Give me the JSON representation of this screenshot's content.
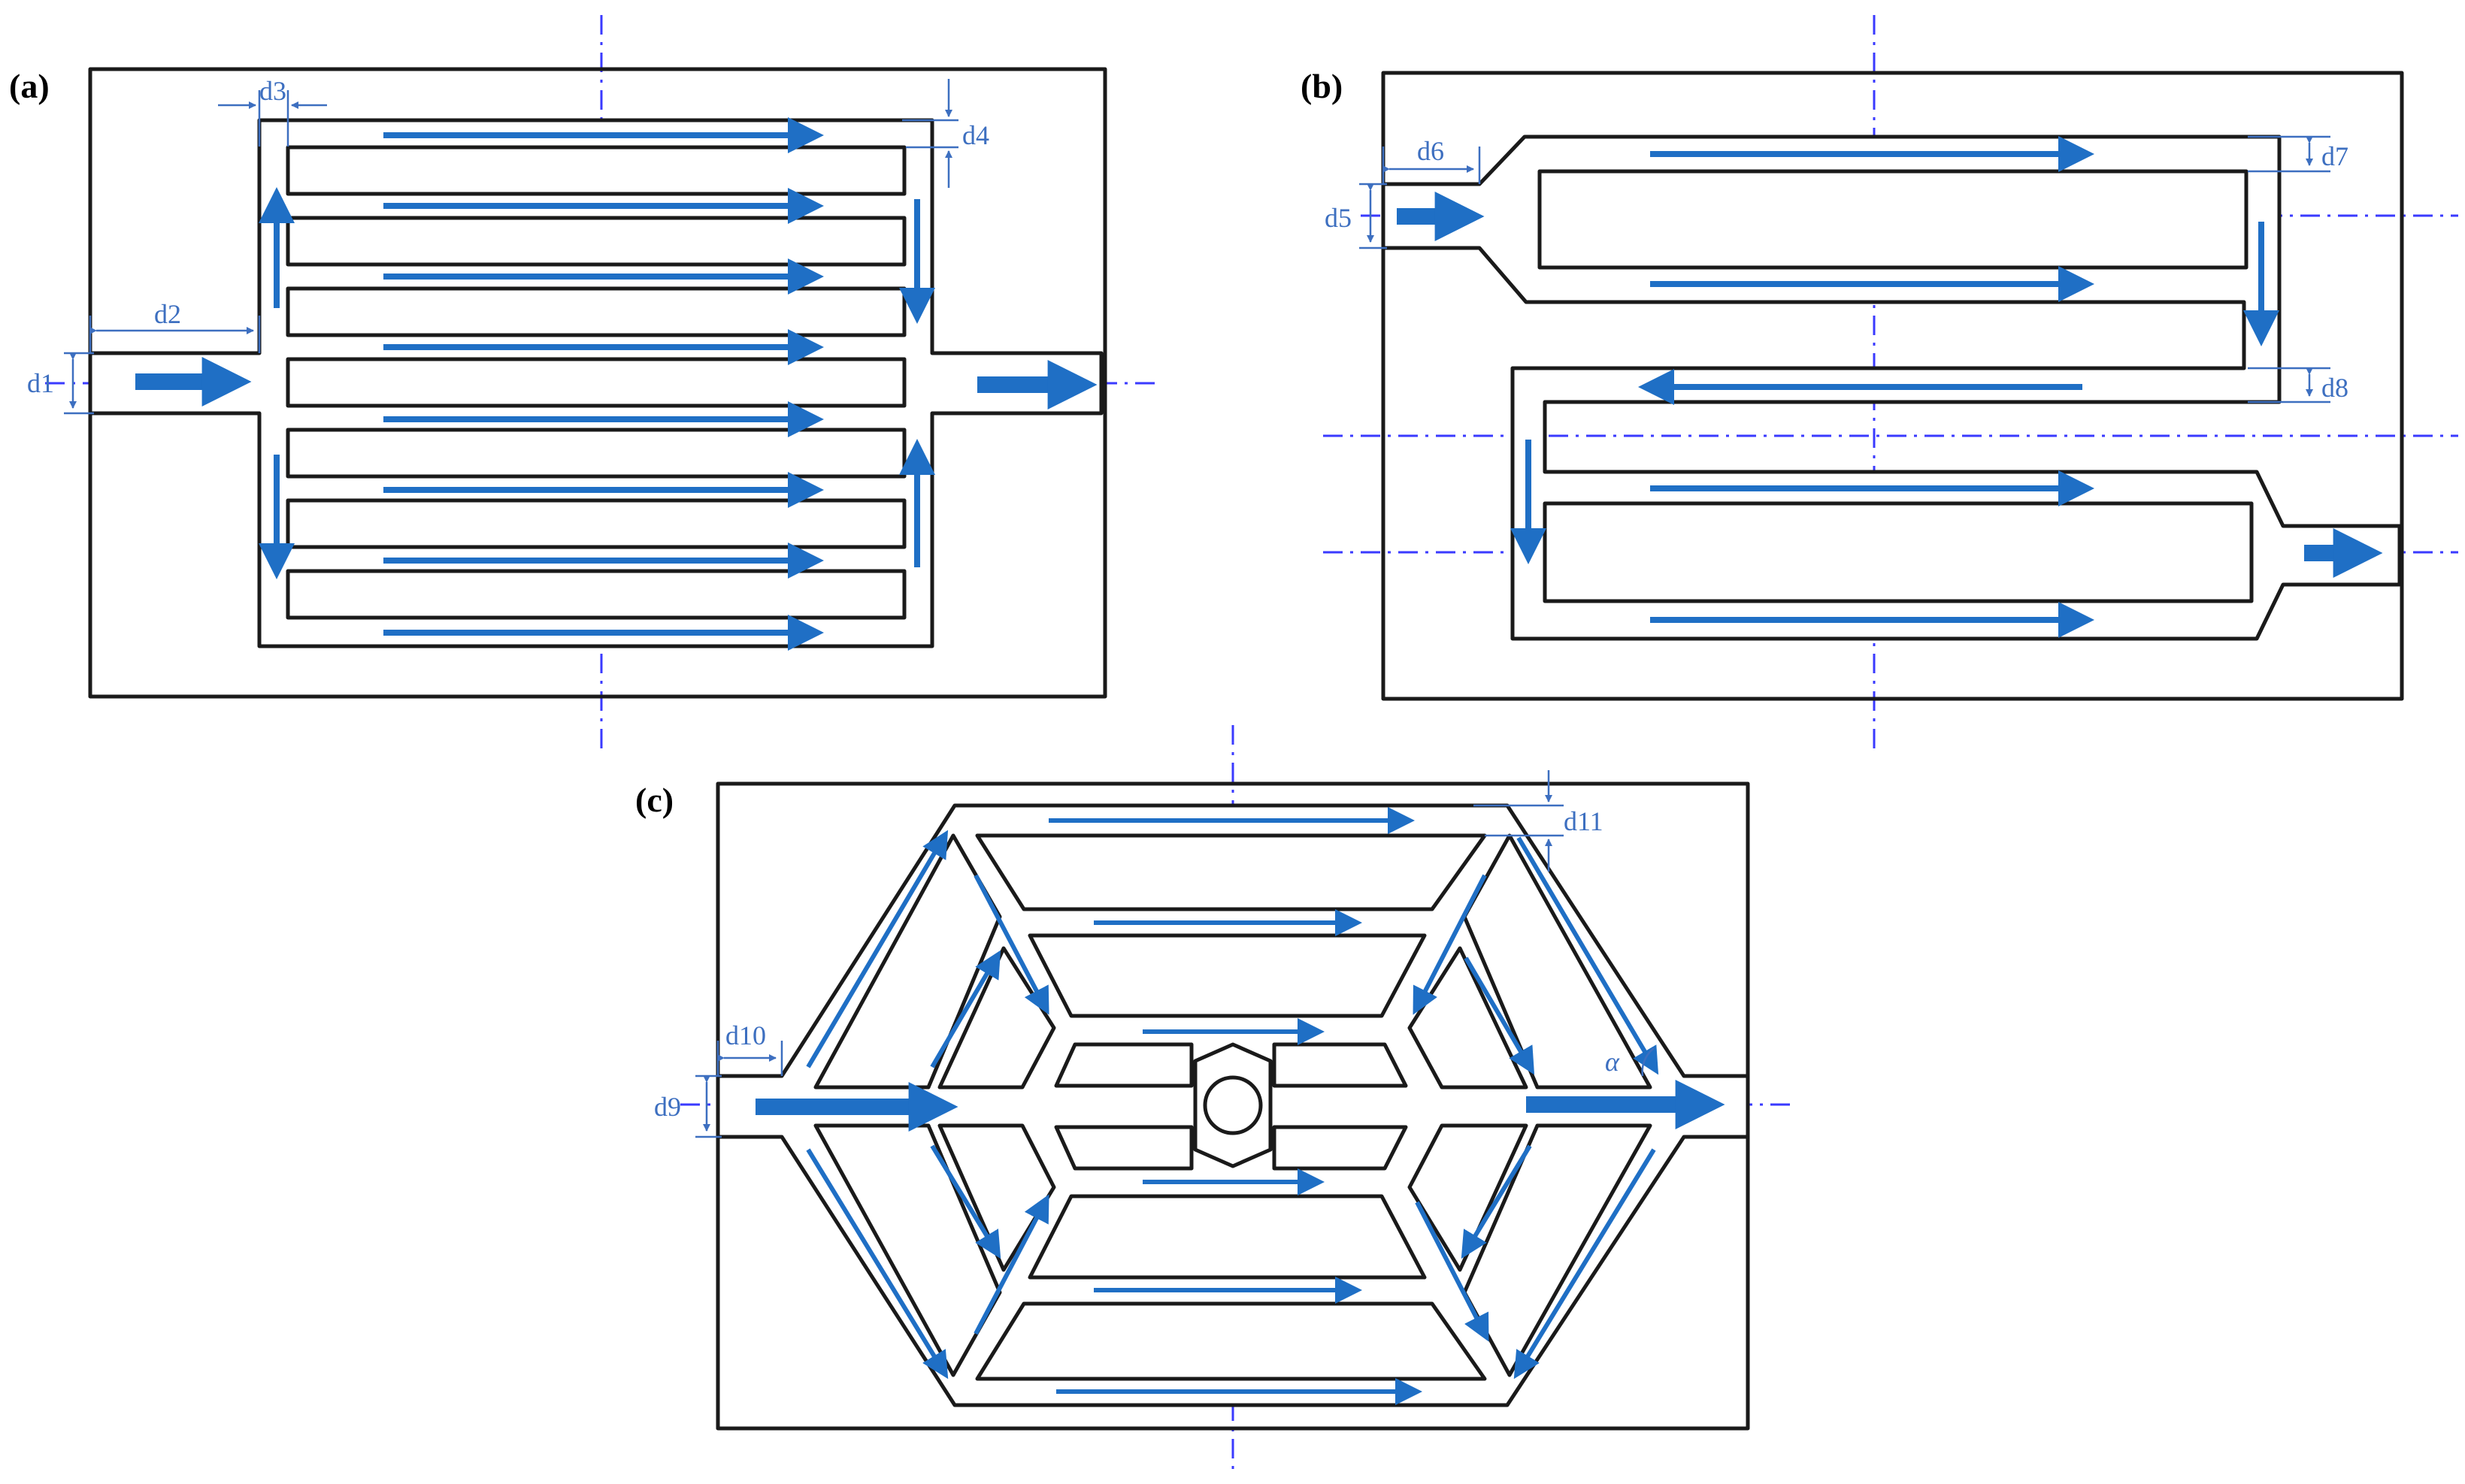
{
  "panels": {
    "a": {
      "label": "(a)",
      "dims": [
        "d1",
        "d2",
        "d3",
        "d4"
      ]
    },
    "b": {
      "label": "(b)",
      "dims": [
        "d5",
        "d6",
        "d7",
        "d8"
      ]
    },
    "c": {
      "label": "(c)",
      "dims": [
        "d9",
        "d10",
        "d11",
        "α"
      ]
    }
  },
  "colors": {
    "outline": "#1a1a1a",
    "flow_arrow": "#1f6fc5",
    "axis_line": "#3a3aff",
    "dimension": "#3d6fc0"
  }
}
